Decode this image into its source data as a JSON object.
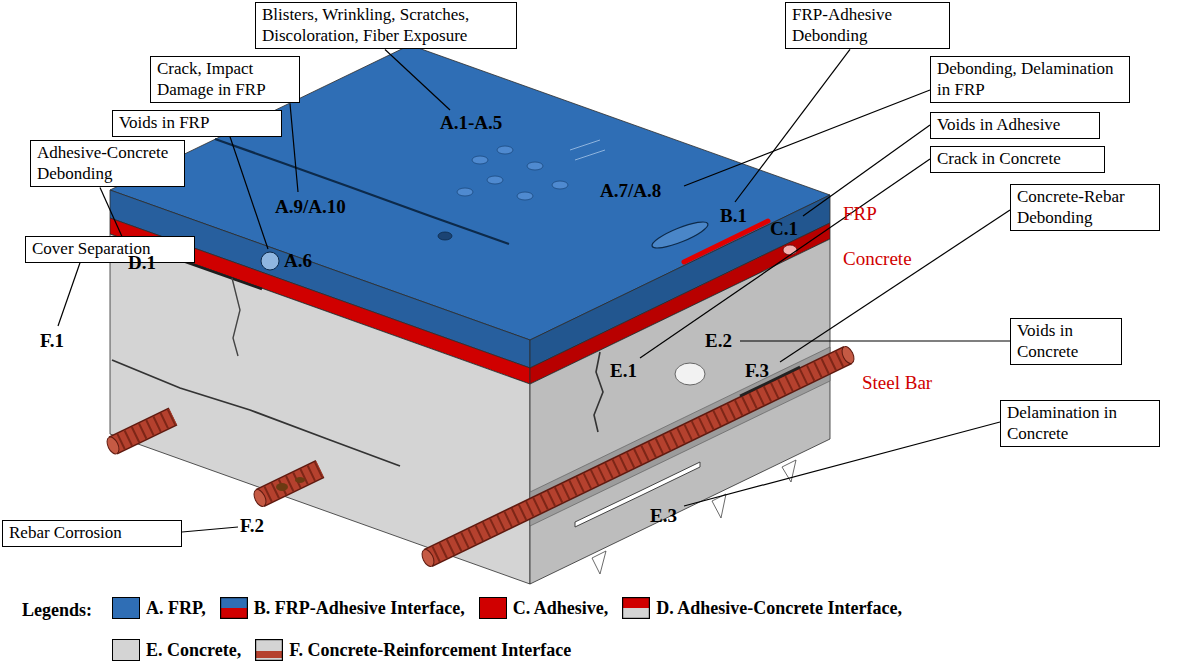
{
  "diagram": {
    "nodes": [
      {
        "text": [
          "Blisters, Wrinkling, Scratches, Discoloration, Fiber Exposure"
        ]
      },
      {
        "text": [
          "FRP-Adhesive Debonding"
        ]
      },
      {
        "text": [
          "Crack, Impact Damage in FRP"
        ]
      },
      {
        "text": [
          "Debonding, Delamination in FRP"
        ]
      },
      {
        "text": [
          "Voids in FRP"
        ]
      },
      {
        "text": [
          "Voids in Adhesive"
        ]
      },
      {
        "text": [
          "Adhesive-Concrete Debonding"
        ]
      },
      {
        "text": [
          "Crack in Concrete"
        ]
      },
      {
        "text": [
          "Cover Separation"
        ]
      },
      {
        "text": [
          "Concrete-Rebar Debonding"
        ]
      },
      {
        "text": [
          "Voids in Concrete"
        ]
      },
      {
        "text": [
          "Rebar Corrosion"
        ]
      },
      {
        "text": [
          "Delamination in Concrete"
        ]
      }
    ],
    "labels": [
      "A.1-A.5",
      "A.9/A.10",
      "A.7/A.8",
      "FRP",
      "C.1",
      "Concrete",
      "B.1",
      "A.6",
      "D.1",
      "E.1",
      "F.3",
      "Steel Bar",
      "E.2",
      "F.1",
      "F.2",
      "E.3",
      "Legends:"
    ],
    "legend": [
      {
        "text": "A. FRP,",
        "color": "#2f6eb5"
      },
      {
        "text": "B. FRP-Adhesive Interface,"
      },
      {
        "text": "C. Adhesive,",
        "color": "#d00000"
      },
      {
        "text": "D. Adhesive-Concrete Interface,"
      },
      {
        "text": "E. Concrete,",
        "color": "#d4d4d4"
      },
      {
        "text": "F. Concrete-Reinforcement Interface"
      }
    ]
  }
}
